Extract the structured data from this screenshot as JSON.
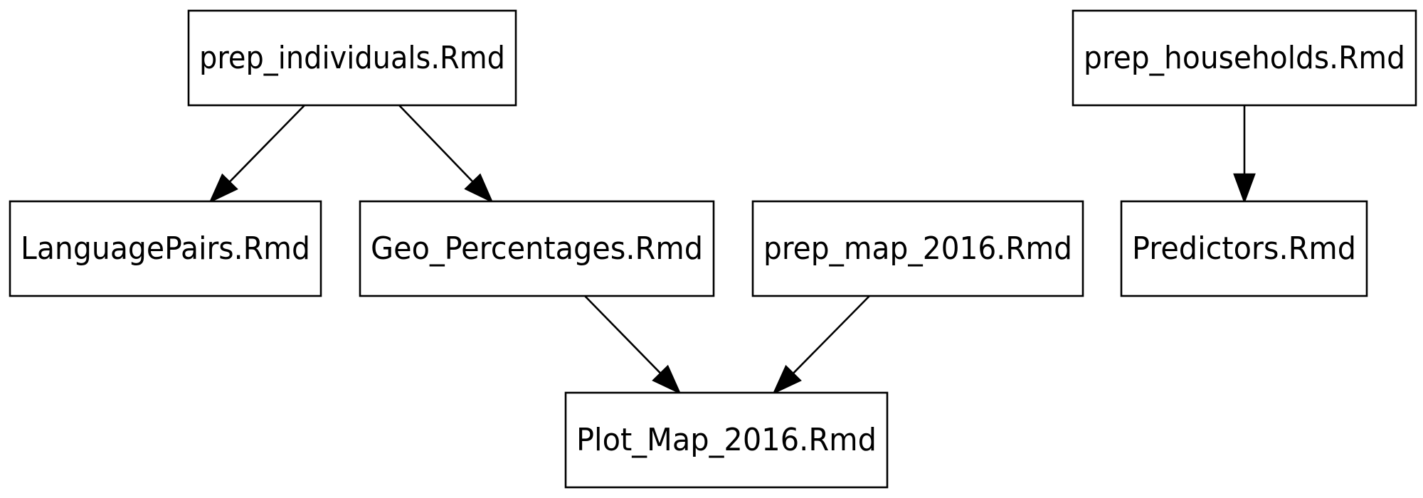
{
  "diagram": {
    "type": "dependency-graph",
    "nodes": [
      {
        "id": "prep_individuals",
        "label": "prep_individuals.Rmd"
      },
      {
        "id": "prep_households",
        "label": "prep_households.Rmd"
      },
      {
        "id": "language_pairs",
        "label": "LanguagePairs.Rmd"
      },
      {
        "id": "geo_percentages",
        "label": "Geo_Percentages.Rmd"
      },
      {
        "id": "prep_map_2016",
        "label": "prep_map_2016.Rmd"
      },
      {
        "id": "predictors",
        "label": "Predictors.Rmd"
      },
      {
        "id": "plot_map_2016",
        "label": "Plot_Map_2016.Rmd"
      }
    ],
    "edges": [
      {
        "from": "prep_individuals",
        "to": "language_pairs"
      },
      {
        "from": "prep_individuals",
        "to": "geo_percentages"
      },
      {
        "from": "prep_households",
        "to": "predictors"
      },
      {
        "from": "geo_percentages",
        "to": "plot_map_2016"
      },
      {
        "from": "prep_map_2016",
        "to": "plot_map_2016"
      }
    ]
  }
}
